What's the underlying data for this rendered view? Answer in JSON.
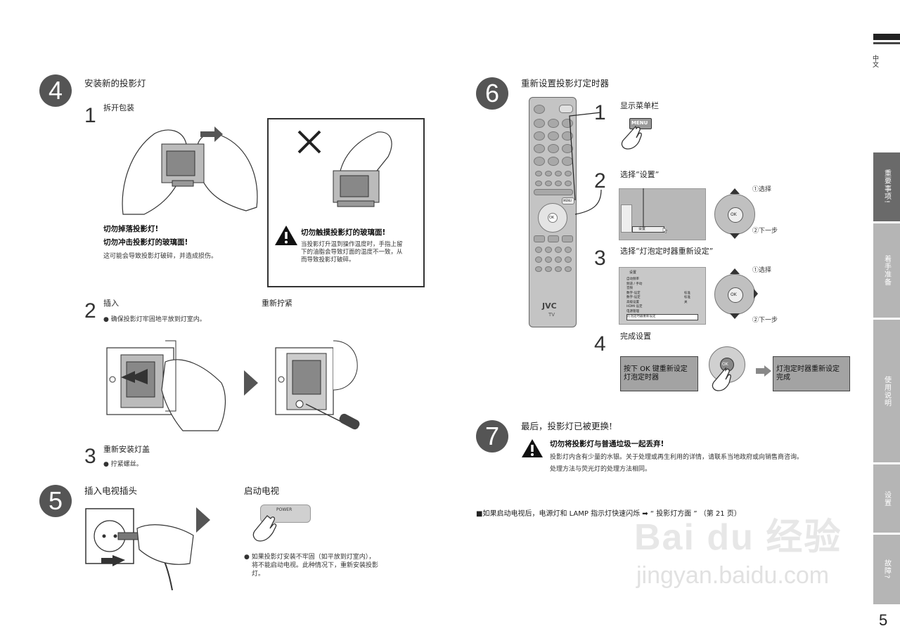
{
  "lang_label": "中文",
  "page_number": "5",
  "side_tabs": [
    {
      "label": "重要事项!",
      "active": true
    },
    {
      "label": "着手准备",
      "active": false
    },
    {
      "label": "使用说明",
      "active": false
    },
    {
      "label": "设置",
      "active": false
    },
    {
      "label": "故障?",
      "active": false
    }
  ],
  "step4": {
    "number": "4",
    "title": "安装新的投影灯",
    "s1": {
      "num": "1",
      "label": "拆开包装"
    },
    "warn_drop": [
      "切勿掉落投影灯!",
      "切勿冲击投影灯的玻璃面!"
    ],
    "warn_drop_note": "这可能会导致投影灯破碎，并造成损伤。",
    "touch_title": "切勿触摸投影灯的玻璃面!",
    "touch_note": [
      "当投影灯升温到操作温度时，手指上留",
      "下的油脂会导致灯面的温度不一致，从",
      "而导致投影灯破碎。"
    ],
    "s2": {
      "num": "2",
      "label": "插入",
      "note": "确保投影灯牢固地平放到灯室内。"
    },
    "retighten": "重新拧紧",
    "s3": {
      "num": "3",
      "label": "重新安装灯盖",
      "note": "拧紧螺丝。"
    }
  },
  "step5": {
    "number": "5",
    "title": "插入电视插头",
    "power_on": "启动电视",
    "power_label": "POWER",
    "note": [
      "如果投影灯安装不牢固（如平放到灯室内），",
      "将不能启动电视。此种情况下，重新安装投影",
      "灯。"
    ]
  },
  "step6": {
    "number": "6",
    "title": "重新设置投影灯定时器",
    "remote_brand": "JVC",
    "remote_tv": "TV",
    "remote_ok": "OK",
    "remote_menu": "MENU",
    "s1": {
      "num": "1",
      "label": "显示菜单栏",
      "button": "MENU"
    },
    "s2": {
      "num": "2",
      "label": "选择“设置”",
      "menu_item": "设置",
      "select": "①选择",
      "next": "②下一步",
      "ok": "OK"
    },
    "s3": {
      "num": "3",
      "label": "选择“灯泡定时器重新设定”",
      "menu_title": "设置",
      "menu_items": [
        "自动频率",
        "频道 / 手动",
        "音频",
        "数字-设定",
        "数字-设定",
        "高级设置",
        "HDMI 设定",
        "电源管理",
        "灯泡定时器重新设定"
      ],
      "menu_values": [
        "",
        "",
        "",
        "标准",
        "标准",
        "关",
        "",
        "",
        ""
      ],
      "select": "①选择",
      "next": "②下一步",
      "ok": "OK"
    },
    "s4": {
      "num": "4",
      "label": "完成设置",
      "box1": [
        "按下 OK 键重新设定",
        "灯泡定时器"
      ],
      "box2": [
        "灯泡定时器重新设定",
        "完成"
      ],
      "ok": "OK"
    }
  },
  "step7": {
    "number": "7",
    "title": "最后，投影灯已被更换!",
    "warn_title": "切勿将投影灯与普通垃圾一起丢弃!",
    "warn_lines": [
      "投影灯内含有少量的水银。关于处理或再生利用的详情，请联系当地政府或向销售商咨询。",
      "处理方法与荧光灯的处理方法相同。"
    ]
  },
  "bottom_note": "■如果启动电视后，电源灯和 LAMP 指示灯快速闪烁 ➡ “ 投影灯方面 ” （第 21 页）",
  "watermark": {
    "logo": "Bai du 经验",
    "url": "jingyan.baidu.com"
  }
}
